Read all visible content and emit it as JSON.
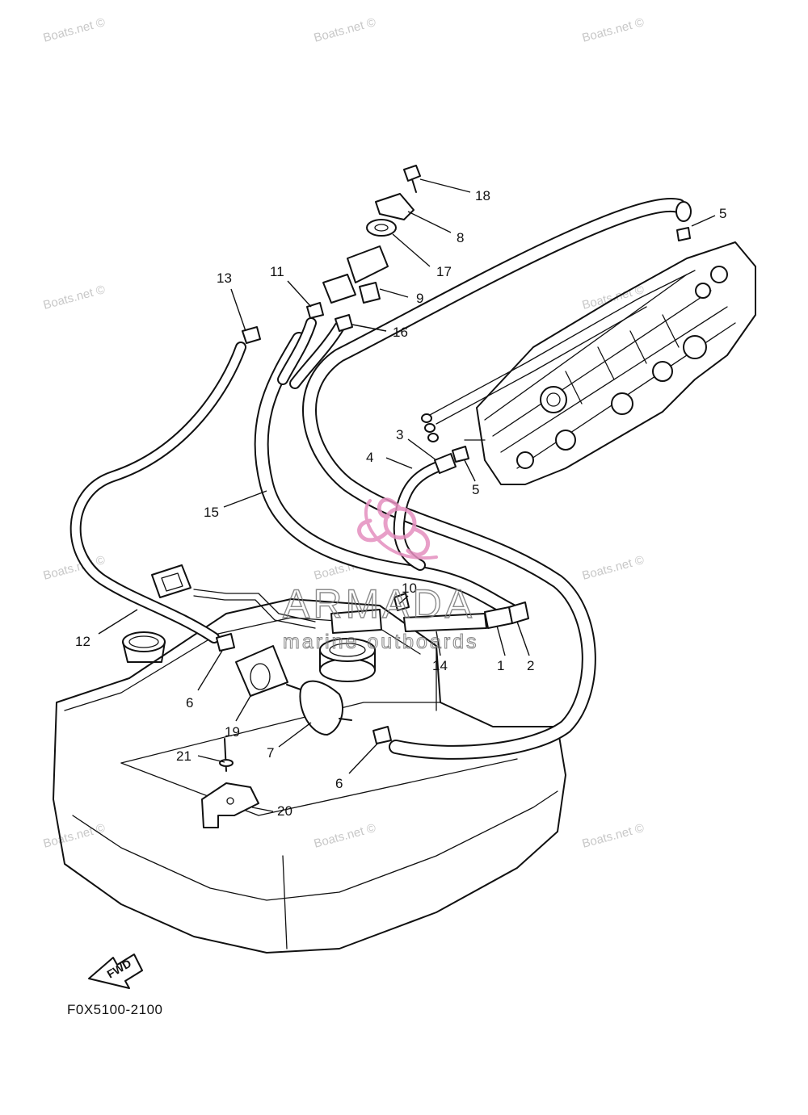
{
  "diagram_code": "F0X5100-2100",
  "direction_label": "FWD",
  "watermark_text": "Boats.net ©",
  "brand": {
    "name": "ARMADA",
    "tagline": "marine outboards",
    "logo_color": "#e58fbf",
    "text_color": "#777777"
  },
  "callouts": [
    "18",
    "8",
    "17",
    "5",
    "9",
    "16",
    "11",
    "13",
    "3",
    "4",
    "5",
    "15",
    "10",
    "12",
    "14",
    "1",
    "2",
    "6",
    "19",
    "7",
    "21",
    "6",
    "20"
  ]
}
